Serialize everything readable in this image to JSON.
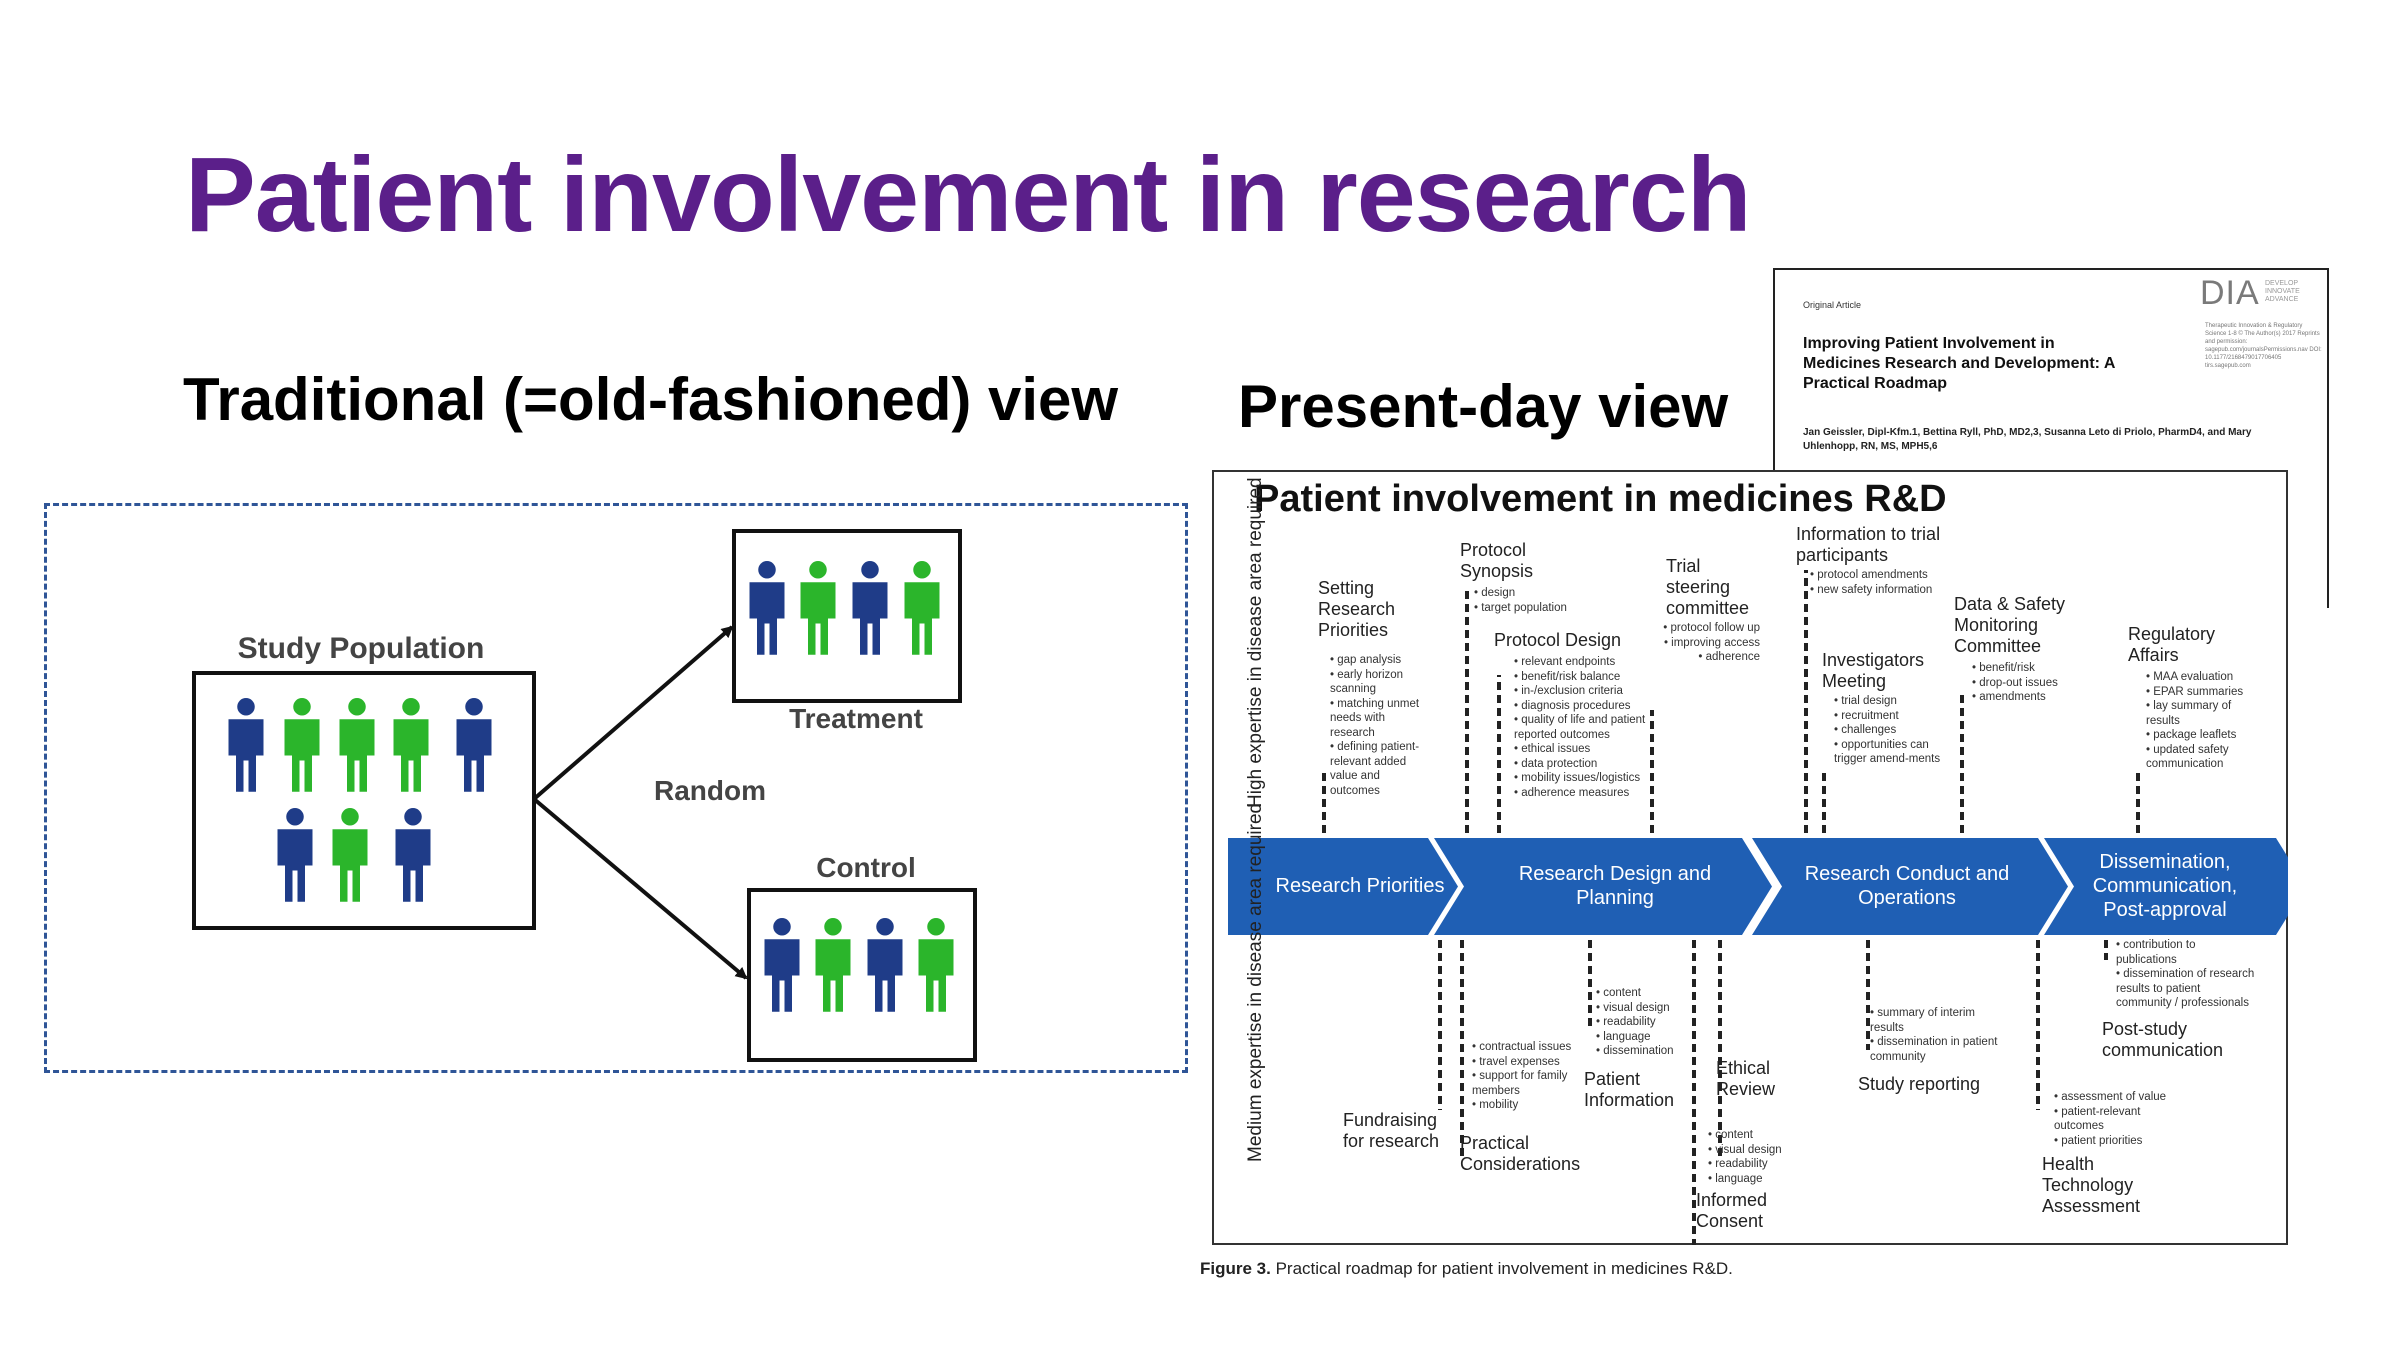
{
  "slide": {
    "title": "Patient involvement in research",
    "traditional_heading": "Traditional (=old-fashioned) view",
    "present_heading": "Present-day view"
  },
  "trad_diagram": {
    "study_population": "Study Population",
    "random": "Random",
    "treatment": "Treatment",
    "control": "Control",
    "colors": {
      "blue": "#1f3c88",
      "green": "#2bb52b",
      "frame": "#2f5597"
    }
  },
  "article": {
    "label": "Original Article",
    "title": "Improving Patient Involvement in Medicines Research and Development: A Practical Roadmap",
    "authors": "Jan Geissler, Dipl-Kfm.1, Bettina Ryll, PhD, MD2,3, Susanna Leto di Priolo, PharmD4, and Mary Uhlenhopp, RN, MS, MPH5,6",
    "logo": "DIA",
    "logo_tagline": "DEVELOP INNOVATE ADVANCE",
    "meta": "Therapeutic Innovation & Regulatory Science 1-8 © The Author(s) 2017 Reprints and permission: sagepub.com/journalsPermissions.nav DOI: 10.1177/2168479017706405 tirs.sagepub.com"
  },
  "figure": {
    "title": "Patient involvement in medicines R&D",
    "axis_high": "High expertise in disease area required",
    "axis_medium": "Medium expertise in disease area required",
    "stages": [
      "Research Priorities",
      "Research Design and Planning",
      "Research Conduct and Operations",
      "Dissemination, Communication, Post-approval"
    ],
    "stage_color": "#1f5fb4",
    "top_groups": [
      {
        "title": "Setting Research Priorities",
        "bullets": "• gap analysis\n• early horizon scanning\n• matching unmet needs with research\n• defining patient-relevant added value and outcomes"
      },
      {
        "title": "Protocol Synopsis",
        "bullets": "• design\n• target population"
      },
      {
        "title": "Protocol Design",
        "bullets": "• relevant endpoints\n• benefit/risk balance\n• in-/exclusion criteria\n• diagnosis procedures\n• quality of life and patient reported outcomes\n• ethical issues\n• data protection\n• mobility issues/logistics\n• adherence measures"
      },
      {
        "title": "Trial steering committee",
        "bullets": "• protocol follow up\n• improving access\n• adherence"
      },
      {
        "title": "Information to trial participants",
        "bullets": "• protocol amendments\n• new safety information"
      },
      {
        "title": "Investigators Meeting",
        "bullets": "• trial design\n• recruitment\n• challenges\n• opportunities can trigger amend-ments"
      },
      {
        "title": "Data & Safety Monitoring Committee",
        "bullets": "• benefit/risk\n• drop-out issues\n• amendments"
      },
      {
        "title": "Regulatory Affairs",
        "bullets": "• MAA evaluation\n• EPAR summaries\n• lay summary of results\n• package leaflets\n• updated safety communication"
      }
    ],
    "bottom_groups": [
      {
        "title": "Fundraising for research",
        "bullets": ""
      },
      {
        "title": "Practical Considerations",
        "bullets": "• contractual issues\n• travel expenses\n• support for family members\n• mobility"
      },
      {
        "title": "Patient Information",
        "bullets": "• content\n• visual design\n• readability\n• language\n• dissemination"
      },
      {
        "title": "Ethical Review",
        "bullets": ""
      },
      {
        "title": "Informed Consent",
        "bullets": "• content\n• visual design\n• readability\n• language"
      },
      {
        "title": "Study reporting",
        "bullets": "• summary of interim results\n• dissemination in patient community"
      },
      {
        "title": "Post-study communication",
        "bullets": "• contribution to publications\n• dissemination of research results to patient community / professionals"
      },
      {
        "title": "Health Technology Assessment",
        "bullets": "• assessment of value\n• patient-relevant outcomes\n• patient priorities"
      }
    ],
    "caption_label": "Figure 3.",
    "caption_text": "Practical roadmap for patient involvement in medicines R&D."
  }
}
